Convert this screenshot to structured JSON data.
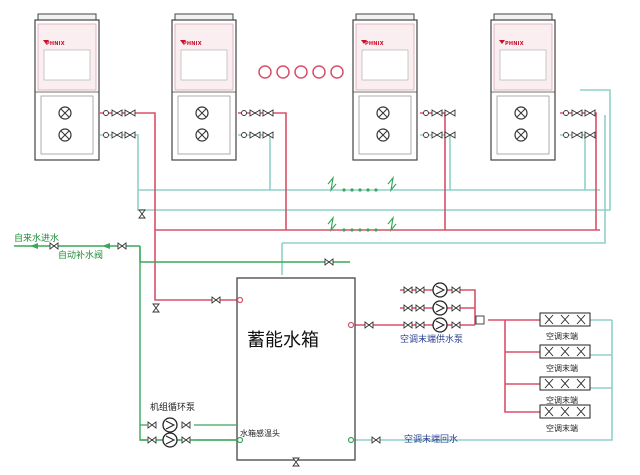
{
  "units": [
    {
      "brand": "PHNIX"
    },
    {
      "brand": "PHNIX"
    },
    {
      "brand": "PHNIX"
    },
    {
      "brand": "PHNIX"
    }
  ],
  "labels": {
    "tap_water_inlet": "自来水进水",
    "auto_makeup": "自动补水阀",
    "tank": "蓄能水箱",
    "pump_label": "空调末端供水泵",
    "terminal_unit": "空调末端",
    "return_water": "空调末端回水",
    "circ_pump": "机组循环泵",
    "temp_sensor": "水箱感温头"
  },
  "colors": {
    "supply": "#d9506a",
    "return": "#8fd0c8",
    "makeup": "#3aa85a",
    "outline": "#444444",
    "unit_top": "#fbeef0",
    "brand": "#c8102e"
  }
}
